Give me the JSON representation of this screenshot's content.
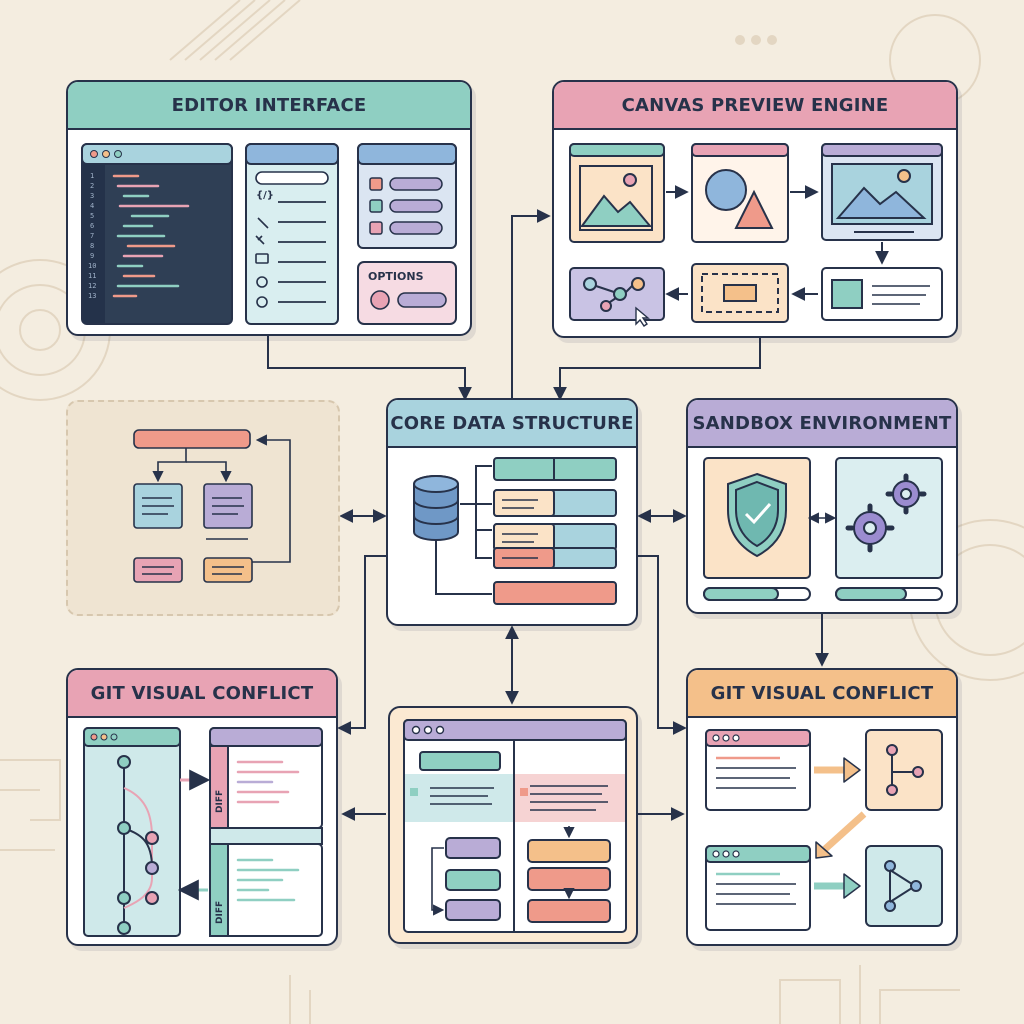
{
  "modules": {
    "editor_interface": {
      "title": "EDITOR INTERFACE",
      "header_color": "#8fcfc2",
      "options_label": "OPTIONS",
      "code_icon_label": "{/}"
    },
    "canvas_preview_engine": {
      "title": "CANVAS PREVIEW ENGINE",
      "header_color": "#e8a3b4"
    },
    "core_data_structure": {
      "title": "CORE DATA STRUCTURE",
      "header_color": "#a9d3de"
    },
    "sandbox_environment": {
      "title": "SANDBOX ENVIRONMENT",
      "header_color": "#b9acd6"
    },
    "git_visual_conflict_left": {
      "title": "GIT VISUAL CONFLICT",
      "header_color": "#e8a3b4",
      "diff_label": "DIFF"
    },
    "git_visual_conflict_right": {
      "title": "GIT VISUAL CONFLICT",
      "header_color": "#f4c08a"
    }
  },
  "colors": {
    "ink": "#27324a",
    "teal": "#8fcfc2",
    "pink": "#e8a3b4",
    "lavender": "#b9acd6",
    "blue": "#a9d3de",
    "peach": "#f4c08a",
    "coral": "#ef9a8a",
    "navy_code": "#2f3f55"
  }
}
